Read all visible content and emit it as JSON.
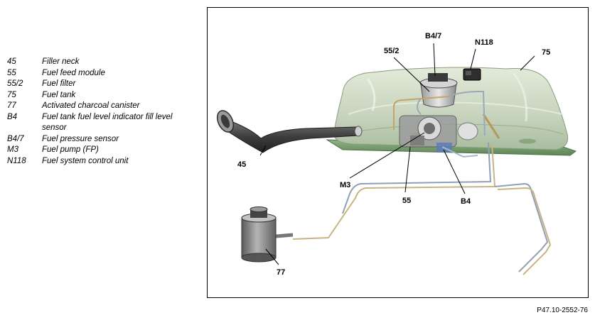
{
  "legend": [
    {
      "code": "45",
      "desc": "Filler neck"
    },
    {
      "code": "55",
      "desc": "Fuel feed module"
    },
    {
      "code": "55/2",
      "desc": "Fuel filter"
    },
    {
      "code": "75",
      "desc": "Fuel tank"
    },
    {
      "code": "77",
      "desc": "Activated charcoal canister"
    },
    {
      "code": "B4",
      "desc": "Fuel tank fuel level indicator fill level sensor"
    },
    {
      "code": "B4/7",
      "desc": "Fuel pressure sensor"
    },
    {
      "code": "M3",
      "desc": "Fuel pump (FP)"
    },
    {
      "code": "N118",
      "desc": "Fuel system control unit"
    }
  ],
  "callouts": {
    "b47": "B4/7",
    "n118": "N118",
    "c552": "55/2",
    "c75": "75",
    "c45": "45",
    "m3": "M3",
    "c55": "55",
    "b4": "B4",
    "c77": "77"
  },
  "reference_code": "P47.10-2552-76",
  "colors": {
    "tank": "#a5bc9c",
    "tank_flange": "#6f9566",
    "filler_neck": "#4a4a4a",
    "canister": "#808080",
    "fuel_line": "#c8b483"
  }
}
